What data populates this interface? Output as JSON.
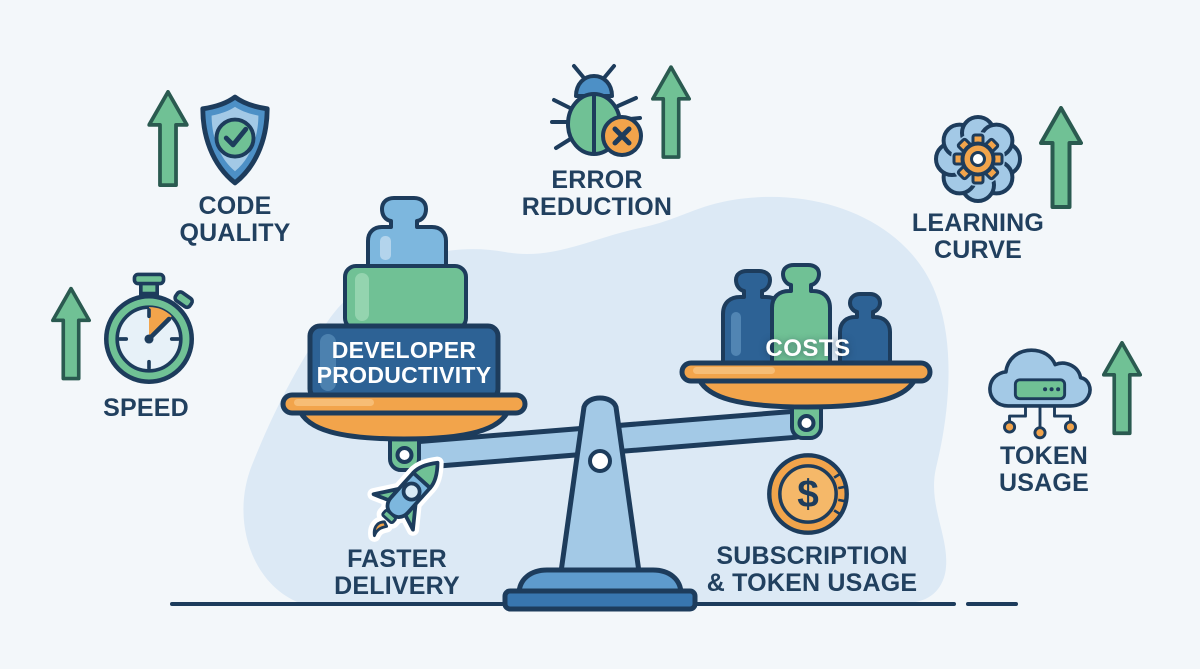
{
  "palette": {
    "background": "#f3f7fa",
    "blob": "#dce9f5",
    "navy": "#1d3c5c",
    "text": "#21405f",
    "green": "#70c195",
    "green_outline": "#2a5a50",
    "orange": "#f2a44b",
    "orange_light": "#f5b869",
    "blue_light": "#a3c9e6",
    "blue_soft": "#7db7de",
    "blue_mid": "#4d90c6",
    "blue_dark": "#2d6295",
    "base_blue": "#3876af",
    "base_blue_light": "#5e9bcd",
    "face": "#e7f1f8",
    "white": "#ffffff"
  },
  "factors": {
    "code_quality": {
      "label": "CODE\nQUALITY",
      "icon": "shield-check-icon",
      "trend": "up"
    },
    "error_reduction": {
      "label": "ERROR\nREDUCTION",
      "icon": "bug-error-icon",
      "trend": "up"
    },
    "learning_curve": {
      "label": "LEARNING\nCURVE",
      "icon": "brain-gear-icon",
      "trend": "up"
    },
    "speed": {
      "label": "SPEED",
      "icon": "stopwatch-icon",
      "trend": "up"
    },
    "token_usage": {
      "label": "TOKEN\nUSAGE",
      "icon": "cloud-server-icon",
      "trend": "up"
    },
    "faster_delivery": {
      "label": "FASTER\nDELIVERY",
      "icon": "rocket-icon"
    },
    "subscription": {
      "label": "SUBSCRIPTION\n& TOKEN USAGE",
      "icon": "dollar-coin-icon",
      "coin_symbol": "$"
    }
  },
  "scale": {
    "left_weight_label": "DEVELOPER\nPRODUCTIVITY",
    "right_weight_label": "COSTS",
    "tilt": "left-down"
  }
}
